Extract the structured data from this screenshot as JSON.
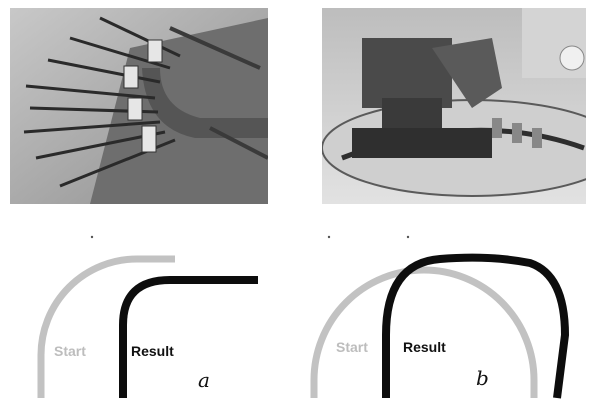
{
  "figure": {
    "panel_a": {
      "letter": "a",
      "start_label": "Start",
      "result_label": "Result"
    },
    "panel_b": {
      "letter": "b",
      "start_label": "Start",
      "result_label": "Result"
    }
  },
  "colors": {
    "start_curve": "#c2c2c2",
    "result_curve": "#0d0d0d",
    "photo_background": "#9a9a9a"
  }
}
